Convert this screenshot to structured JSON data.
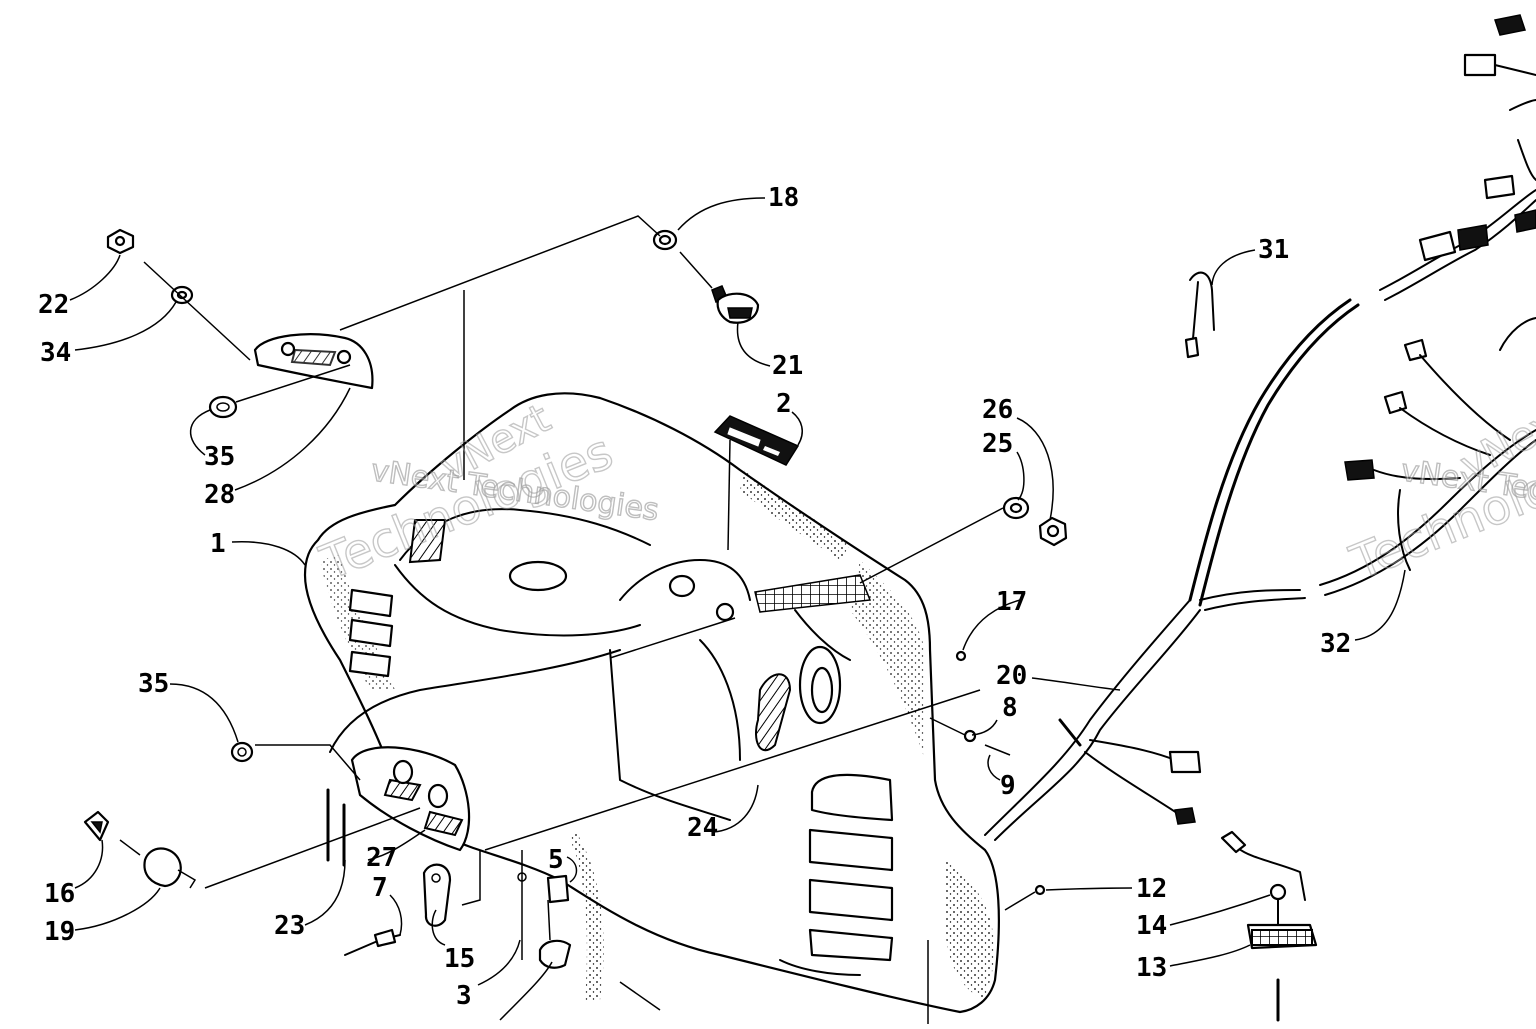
{
  "diagram": {
    "callouts": [
      {
        "id": "c1",
        "label": "1"
      },
      {
        "id": "c2",
        "label": "2"
      },
      {
        "id": "c3",
        "label": "3"
      },
      {
        "id": "c5",
        "label": "5"
      },
      {
        "id": "c7",
        "label": "7"
      },
      {
        "id": "c8",
        "label": "8"
      },
      {
        "id": "c9",
        "label": "9"
      },
      {
        "id": "c12",
        "label": "12"
      },
      {
        "id": "c13",
        "label": "13"
      },
      {
        "id": "c14",
        "label": "14"
      },
      {
        "id": "c15",
        "label": "15"
      },
      {
        "id": "c16",
        "label": "16"
      },
      {
        "id": "c17",
        "label": "17"
      },
      {
        "id": "c18",
        "label": "18"
      },
      {
        "id": "c19",
        "label": "19"
      },
      {
        "id": "c20",
        "label": "20"
      },
      {
        "id": "c21",
        "label": "21"
      },
      {
        "id": "c22",
        "label": "22"
      },
      {
        "id": "c23",
        "label": "23"
      },
      {
        "id": "c24",
        "label": "24"
      },
      {
        "id": "c25",
        "label": "25"
      },
      {
        "id": "c26",
        "label": "26"
      },
      {
        "id": "c27",
        "label": "27"
      },
      {
        "id": "c28",
        "label": "28"
      },
      {
        "id": "c31",
        "label": "31"
      },
      {
        "id": "c32",
        "label": "32"
      },
      {
        "id": "c34",
        "label": "34"
      },
      {
        "id": "c35a",
        "label": "35"
      },
      {
        "id": "c35b",
        "label": "35"
      }
    ],
    "watermarks": [
      {
        "line1": "vNext",
        "line2": "vNext Technologies",
        "line3": "Technologies"
      },
      {
        "line1": "vNext",
        "line2": "vNext Technologies",
        "line3": "Technologies"
      }
    ]
  }
}
